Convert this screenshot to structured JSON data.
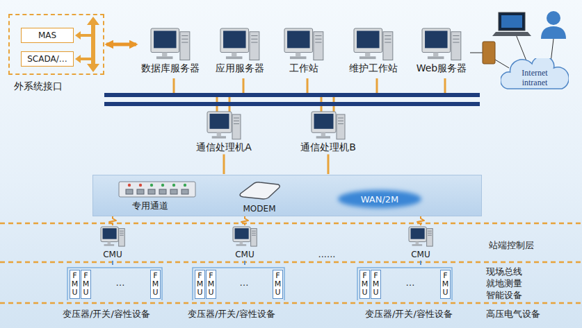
{
  "diagram": {
    "nodes": [
      {
        "text": [
          "外系统接口"
        ]
      },
      {
        "text": [
          "MAS"
        ],
        "in": 0
      },
      {
        "text": [
          "SCADA/…"
        ],
        "in": 0
      },
      {
        "text": [
          "数据库服务器"
        ]
      },
      {
        "text": [
          "应用服务器"
        ]
      },
      {
        "text": [
          "工作站"
        ]
      },
      {
        "text": [
          "维护工作站"
        ]
      },
      {
        "text": [
          "Web服务器"
        ]
      },
      {
        "text": [
          "Internet intranet"
        ]
      },
      {
        "text": [
          "通信处理机A"
        ]
      },
      {
        "text": [
          "通信处理机B"
        ]
      },
      {
        "text": [
          "专用通道",
          "MODEM",
          "WAN/2M"
        ]
      },
      {
        "text": [
          "CMU"
        ]
      },
      {
        "text": [
          "CMU"
        ]
      },
      {
        "text": [
          "CMU"
        ]
      },
      {
        "text": [
          "…"
        ]
      },
      {
        "text": [
          "FMU"
        ],
        "in": 15
      },
      {
        "text": [
          "FMU"
        ],
        "in": 15
      },
      {
        "text": [
          "FMU"
        ],
        "in": 15
      },
      {
        "text": [
          "…"
        ]
      },
      {
        "text": [
          "FMU"
        ],
        "in": 19
      },
      {
        "text": [
          "FMU"
        ],
        "in": 19
      },
      {
        "text": [
          "FMU"
        ],
        "in": 19
      },
      {
        "text": [
          "…"
        ]
      },
      {
        "text": [
          "FMU"
        ],
        "in": 23
      },
      {
        "text": [
          "FMU"
        ],
        "in": 23
      },
      {
        "text": [
          "FMU"
        ],
        "in": 23
      }
    ],
    "edges": [
      {
        "from": 0,
        "to": 3,
        "arrow": "both"
      },
      {
        "from": 9,
        "to": 11,
        "arrow": "none"
      },
      {
        "from": 10,
        "to": 11,
        "arrow": "none"
      },
      {
        "from": 11,
        "to": 12,
        "arrow": "none"
      },
      {
        "from": 11,
        "to": 13,
        "arrow": "none"
      },
      {
        "from": 11,
        "to": 14,
        "arrow": "none"
      },
      {
        "from": 12,
        "to": 15,
        "arrow": "none"
      },
      {
        "from": 13,
        "to": 19,
        "arrow": "none"
      },
      {
        "from": 14,
        "to": 23,
        "arrow": "none"
      }
    ],
    "labels": [
      "站端控制层",
      "......",
      "现场总线",
      "就地测量",
      "智能设备",
      "变压器/开关/容性设备",
      "变压器/开关/容性设备",
      "变压器/开关/容性设备",
      "高压电气设备"
    ]
  }
}
